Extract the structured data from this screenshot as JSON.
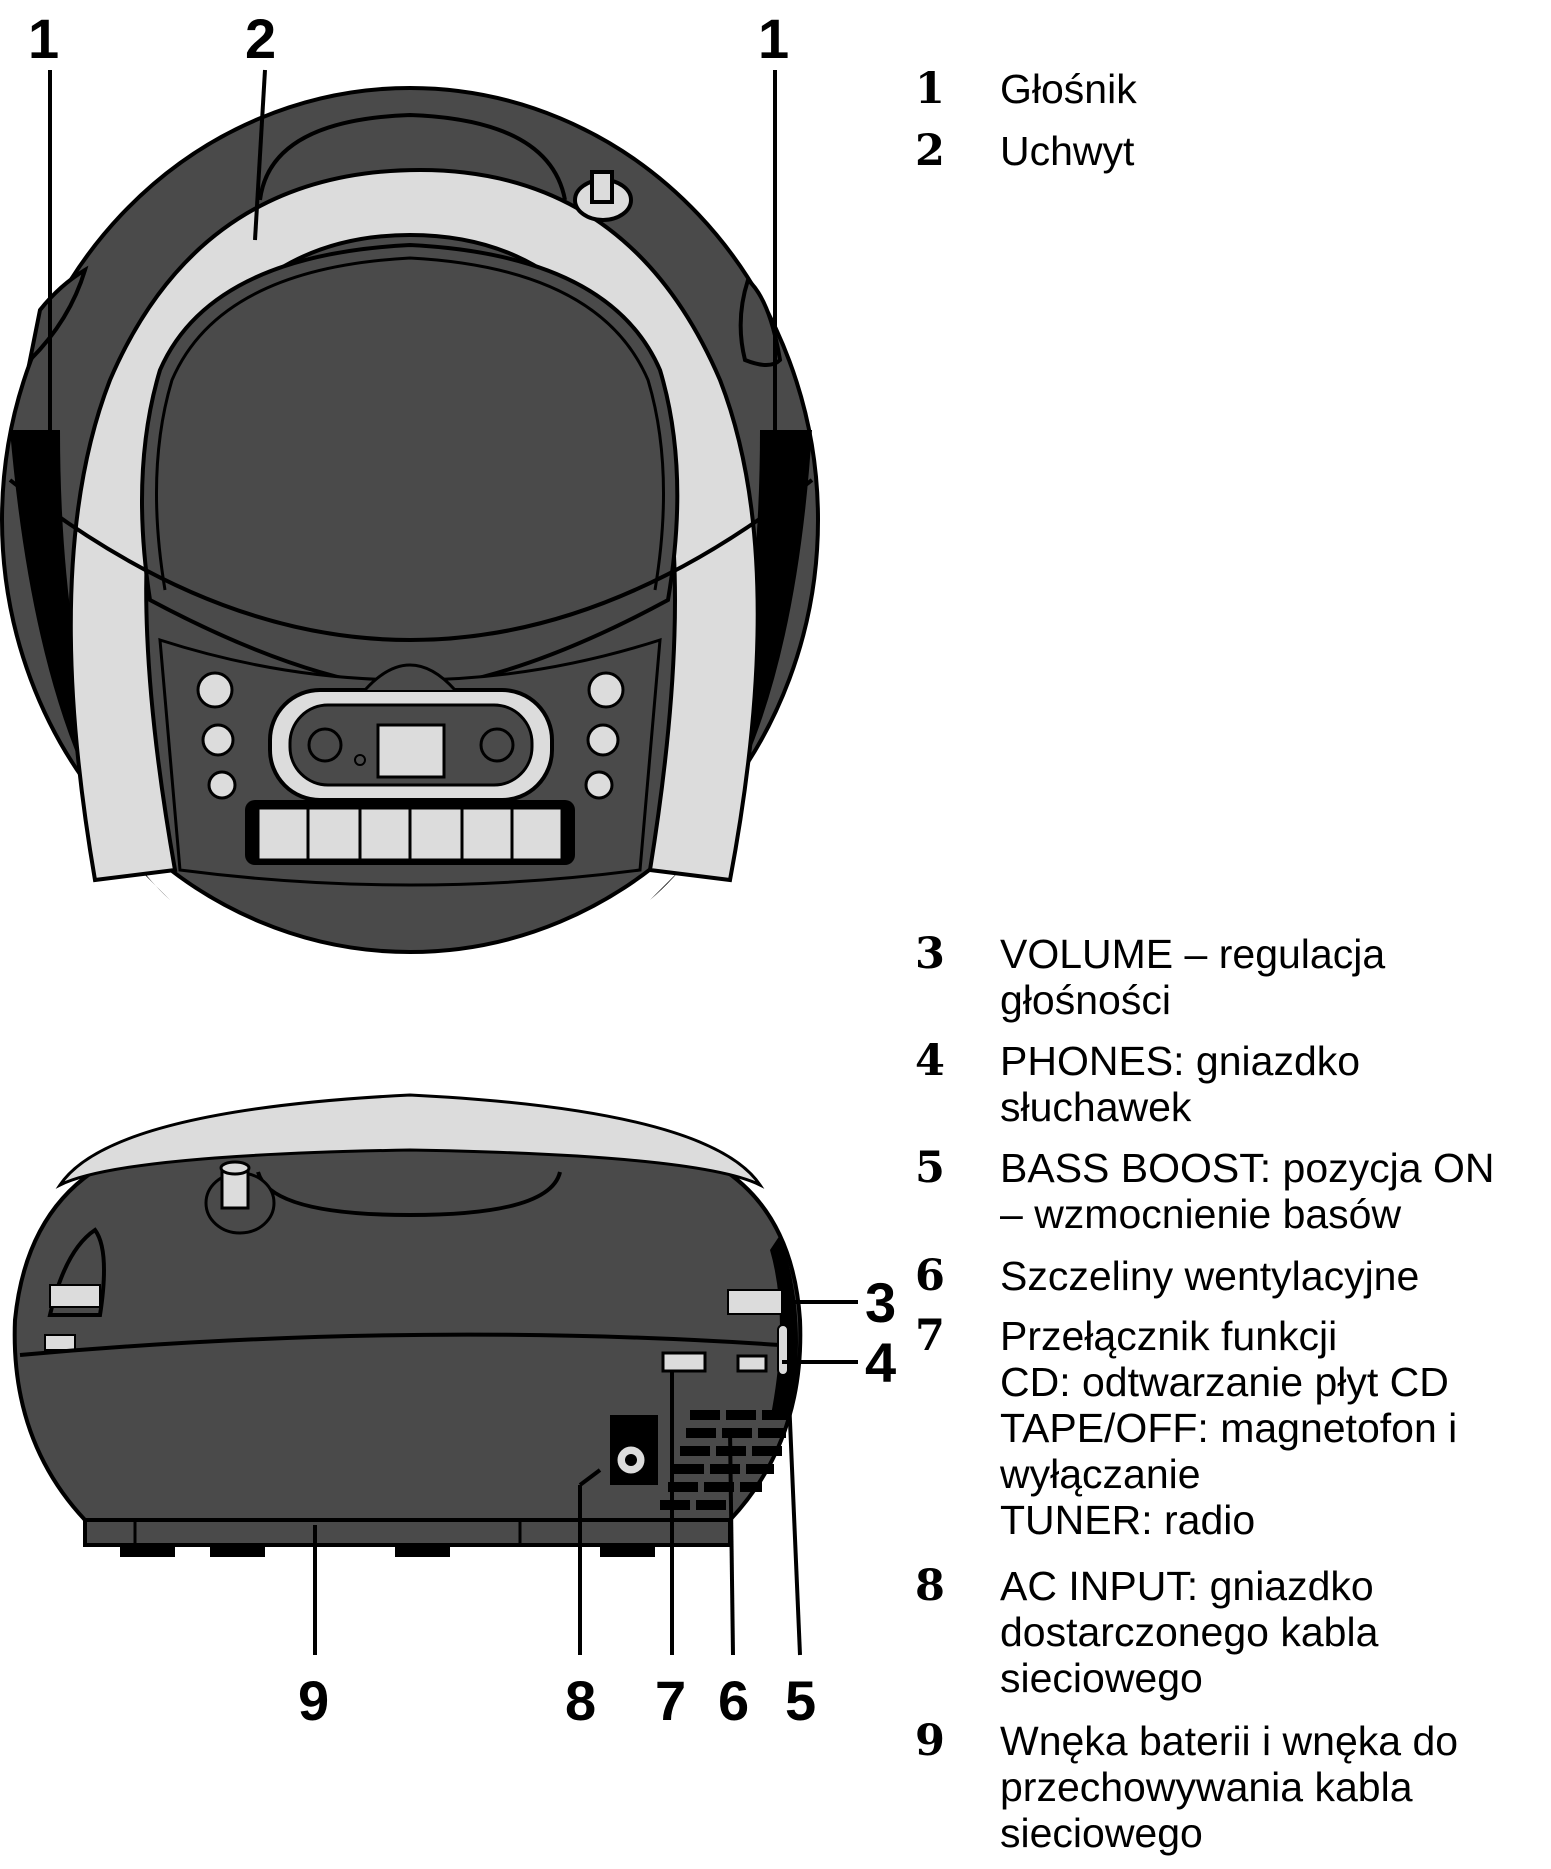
{
  "callouts": {
    "top_left_speaker": "1",
    "top_handle": "2",
    "top_right_speaker": "1",
    "volume": "3",
    "phones": "4",
    "bass_boost": "5",
    "vents": "6",
    "function_switch": "7",
    "ac_input": "8",
    "battery": "9"
  },
  "legend": [
    {
      "num": "1",
      "text": "Głośnik"
    },
    {
      "num": "2",
      "text": "Uchwyt"
    },
    {
      "num": "3",
      "text": "VOLUME – regulacja\ngłośności"
    },
    {
      "num": "4",
      "text": "PHONES:  gniazdko\nsłuchawek"
    },
    {
      "num": "5",
      "text": "BASS BOOST: pozycja ON\n– wzmocnienie basów"
    },
    {
      "num": "6",
      "text": "Szczeliny wentylacyjne"
    },
    {
      "num": "7",
      "text": "Przełącznik funkcji\nCD: odtwarzanie płyt CD\nTAPE/OFF: magnetofon i\nwyłączanie\nTUNER: radio"
    },
    {
      "num": "8",
      "text": "AC INPUT: gniazdko\ndostarczonego kabla\nsieciowego"
    },
    {
      "num": "9",
      "text": "Wnęka baterii i wnęka do\nprzechowywania kabla\nsieciowego"
    }
  ],
  "colors": {
    "body": "#4a4a4a",
    "band": "#dcdcdc",
    "dark": "#000000",
    "outline": "#000000"
  }
}
